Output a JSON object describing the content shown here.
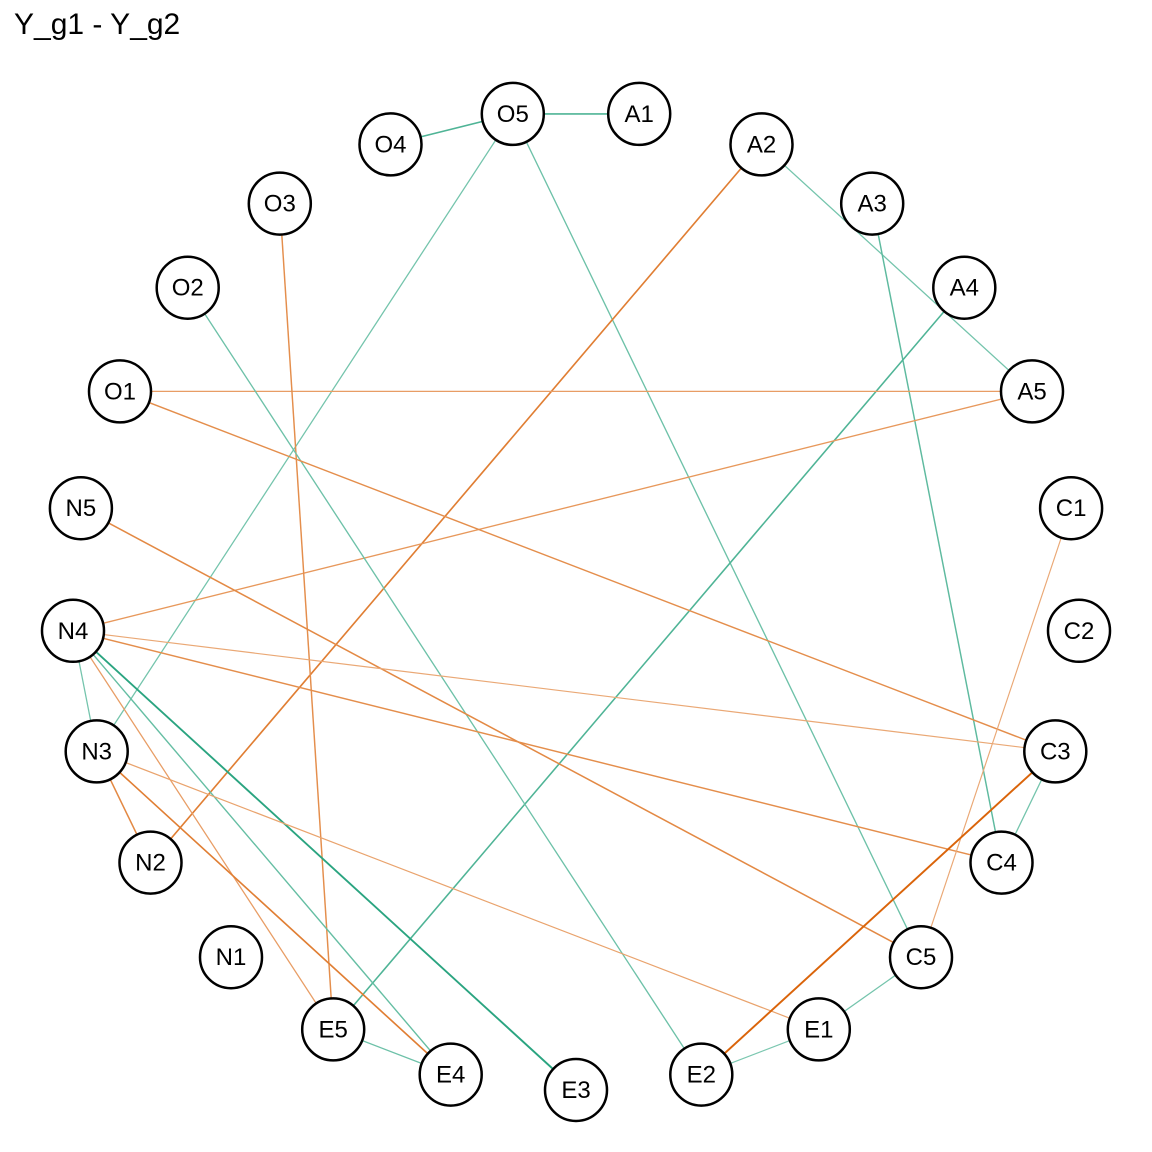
{
  "title": "Y_g1 - Y_g2",
  "colors": {
    "positive": "#1b9e77",
    "negative": "#d95f02"
  },
  "nodes": [
    {
      "id": "A1"
    },
    {
      "id": "A2"
    },
    {
      "id": "A3"
    },
    {
      "id": "A4"
    },
    {
      "id": "A5"
    },
    {
      "id": "C1"
    },
    {
      "id": "C2"
    },
    {
      "id": "C3"
    },
    {
      "id": "C4"
    },
    {
      "id": "C5"
    },
    {
      "id": "E1"
    },
    {
      "id": "E2"
    },
    {
      "id": "E3"
    },
    {
      "id": "E4"
    },
    {
      "id": "E5"
    },
    {
      "id": "N1"
    },
    {
      "id": "N2"
    },
    {
      "id": "N3"
    },
    {
      "id": "N4"
    },
    {
      "id": "N5"
    },
    {
      "id": "O1"
    },
    {
      "id": "O2"
    },
    {
      "id": "O3"
    },
    {
      "id": "O4"
    },
    {
      "id": "O5"
    }
  ],
  "edges": [
    {
      "from": "O5",
      "to": "A1",
      "sign": "positive",
      "strength": 0.65
    },
    {
      "from": "O5",
      "to": "O4",
      "sign": "positive",
      "strength": 0.65
    },
    {
      "from": "O5",
      "to": "N3",
      "sign": "positive",
      "strength": 0.4
    },
    {
      "from": "O5",
      "to": "C5",
      "sign": "positive",
      "strength": 0.45
    },
    {
      "from": "A2",
      "to": "A5",
      "sign": "positive",
      "strength": 0.4
    },
    {
      "from": "A2",
      "to": "N2",
      "sign": "negative",
      "strength": 0.7
    },
    {
      "from": "A3",
      "to": "C4",
      "sign": "positive",
      "strength": 0.55
    },
    {
      "from": "A4",
      "to": "E5",
      "sign": "positive",
      "strength": 0.65
    },
    {
      "from": "A5",
      "to": "O1",
      "sign": "negative",
      "strength": 0.4
    },
    {
      "from": "A5",
      "to": "N4",
      "sign": "negative",
      "strength": 0.45
    },
    {
      "from": "O3",
      "to": "E5",
      "sign": "negative",
      "strength": 0.55
    },
    {
      "from": "O2",
      "to": "E2",
      "sign": "positive",
      "strength": 0.45
    },
    {
      "from": "O1",
      "to": "C3",
      "sign": "negative",
      "strength": 0.55
    },
    {
      "from": "N5",
      "to": "C5",
      "sign": "negative",
      "strength": 0.6
    },
    {
      "from": "N4",
      "to": "C3",
      "sign": "negative",
      "strength": 0.3
    },
    {
      "from": "N4",
      "to": "C4",
      "sign": "negative",
      "strength": 0.55
    },
    {
      "from": "N4",
      "to": "N3",
      "sign": "positive",
      "strength": 0.4
    },
    {
      "from": "N4",
      "to": "E3",
      "sign": "positive",
      "strength": 0.9
    },
    {
      "from": "N4",
      "to": "E4",
      "sign": "positive",
      "strength": 0.5
    },
    {
      "from": "N4",
      "to": "E5",
      "sign": "negative",
      "strength": 0.4
    },
    {
      "from": "N3",
      "to": "N2",
      "sign": "negative",
      "strength": 0.6
    },
    {
      "from": "N3",
      "to": "E4",
      "sign": "negative",
      "strength": 0.7
    },
    {
      "from": "N3",
      "to": "E1",
      "sign": "negative",
      "strength": 0.35
    },
    {
      "from": "C1",
      "to": "C5",
      "sign": "negative",
      "strength": 0.3
    },
    {
      "from": "C3",
      "to": "C4",
      "sign": "positive",
      "strength": 0.4
    },
    {
      "from": "C3",
      "to": "E2",
      "sign": "negative",
      "strength": 0.95
    },
    {
      "from": "C5",
      "to": "E1",
      "sign": "positive",
      "strength": 0.4
    },
    {
      "from": "E1",
      "to": "E2",
      "sign": "positive",
      "strength": 0.35
    },
    {
      "from": "E5",
      "to": "E4",
      "sign": "positive",
      "strength": 0.45
    }
  ]
}
